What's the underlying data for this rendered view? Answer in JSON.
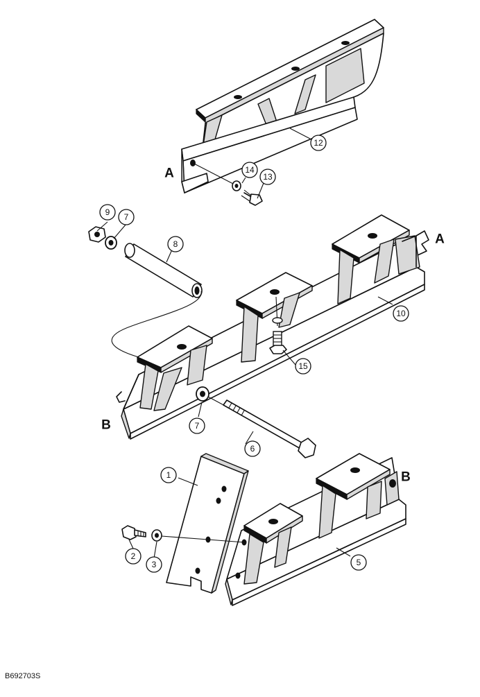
{
  "figure": {
    "code": "B692703S"
  },
  "reference_letters": {
    "a_top": "A",
    "a_right": "A",
    "b_left": "B",
    "b_right": "B"
  },
  "callouts": {
    "c1": "1",
    "c2": "2",
    "c3": "3",
    "c5": "5",
    "c6": "6",
    "c7a": "7",
    "c7b": "7",
    "c8": "8",
    "c9": "9",
    "c10": "10",
    "c12": "12",
    "c13": "13",
    "c14": "14",
    "c15": "15"
  }
}
